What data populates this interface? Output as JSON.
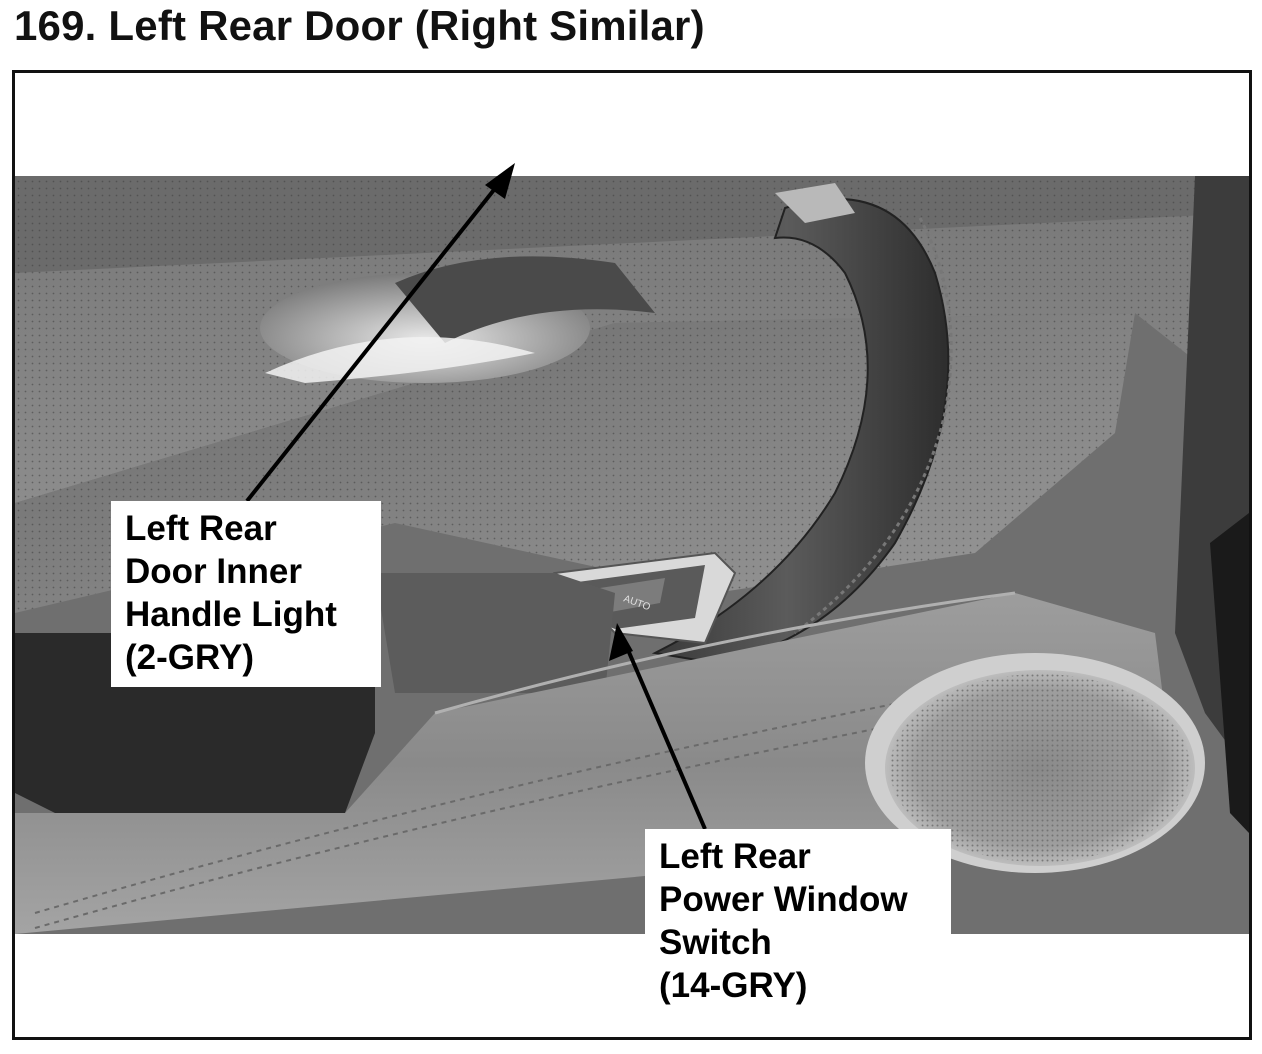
{
  "figure": {
    "title": "169.  Left Rear Door (Right Similar)"
  },
  "callouts": [
    {
      "lines": [
        "Left Rear",
        "Door Inner",
        "Handle Light",
        "(2-GRY)"
      ]
    },
    {
      "lines": [
        "Left Rear",
        "Power Window",
        "Switch",
        "(14-GRY)"
      ]
    }
  ],
  "photo": {
    "switch_label": "AUTO"
  }
}
